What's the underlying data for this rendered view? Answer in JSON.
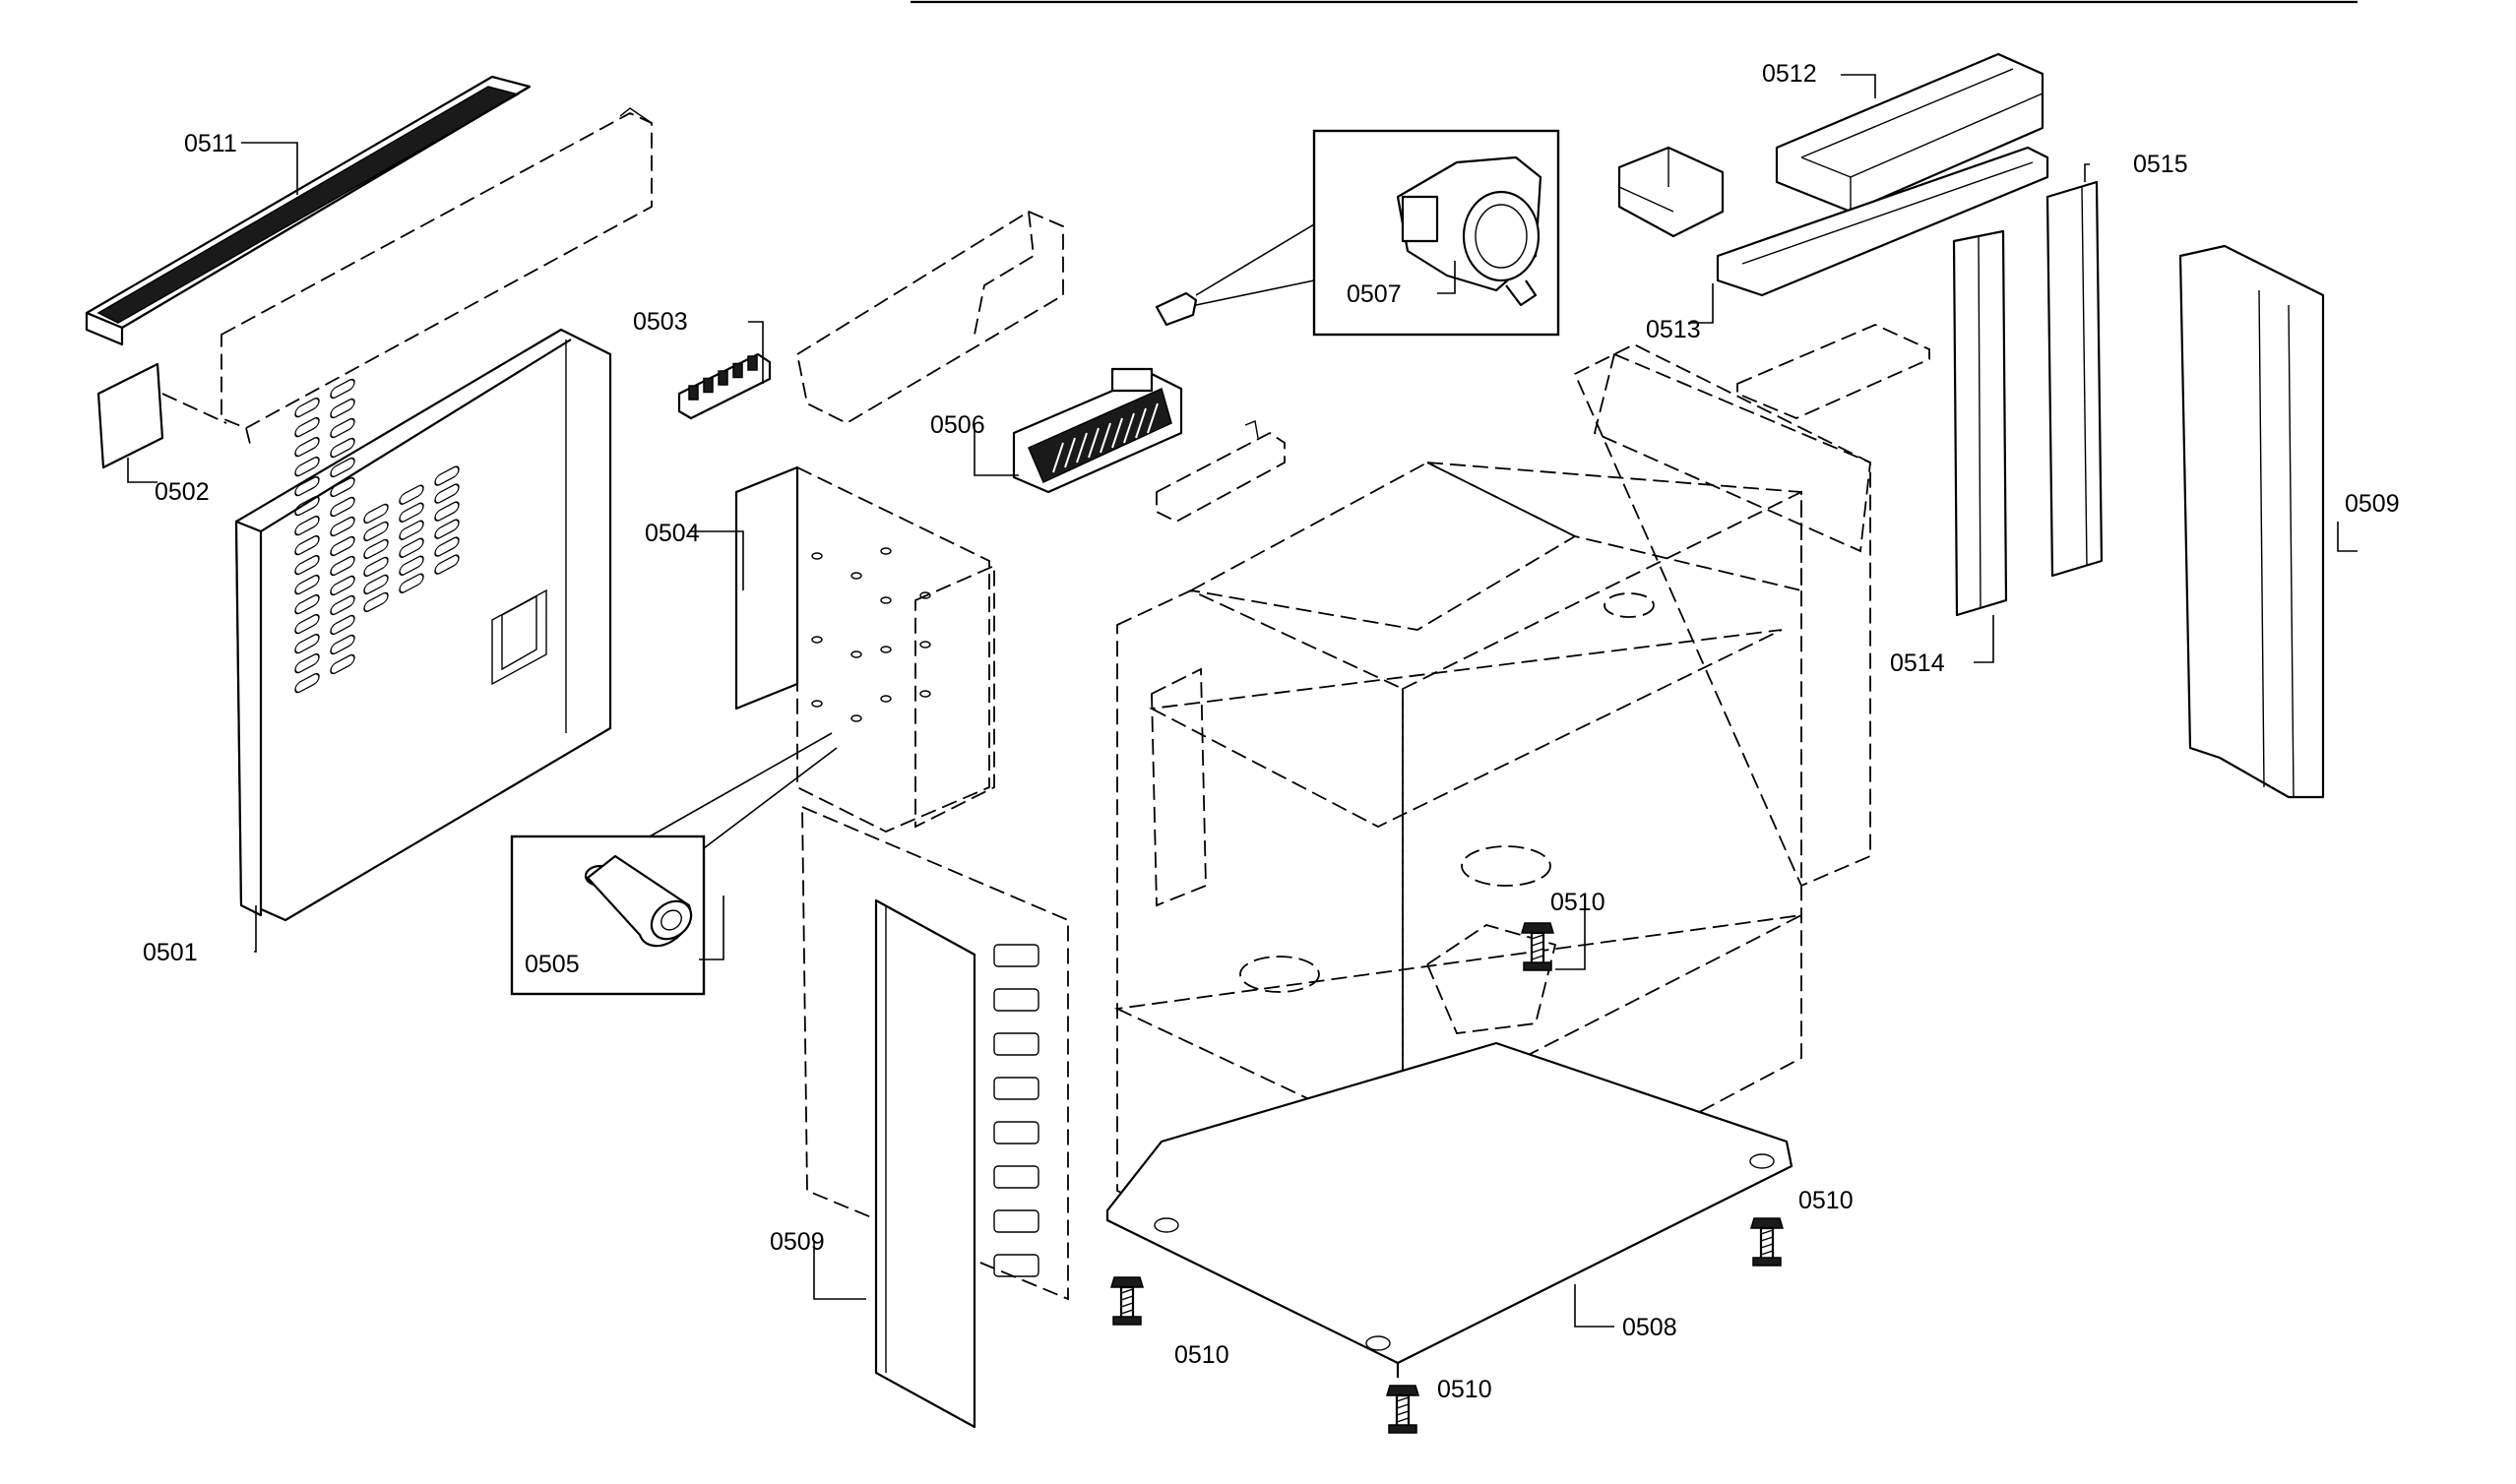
{
  "diagram": {
    "callouts": [
      {
        "id": "0501",
        "label": "0501"
      },
      {
        "id": "0502",
        "label": "0502"
      },
      {
        "id": "0503",
        "label": "0503"
      },
      {
        "id": "0504",
        "label": "0504"
      },
      {
        "id": "0505",
        "label": "0505"
      },
      {
        "id": "0506",
        "label": "0506"
      },
      {
        "id": "0507",
        "label": "0507"
      },
      {
        "id": "0508",
        "label": "0508"
      },
      {
        "id": "0509a",
        "label": "0509"
      },
      {
        "id": "0509b",
        "label": "0509"
      },
      {
        "id": "0510a",
        "label": "0510"
      },
      {
        "id": "0510b",
        "label": "0510"
      },
      {
        "id": "0510c",
        "label": "0510"
      },
      {
        "id": "0510d",
        "label": "0510"
      },
      {
        "id": "0511",
        "label": "0511"
      },
      {
        "id": "0512",
        "label": "0512"
      },
      {
        "id": "0513",
        "label": "0513"
      },
      {
        "id": "0514",
        "label": "0514"
      },
      {
        "id": "0515",
        "label": "0515"
      }
    ]
  }
}
